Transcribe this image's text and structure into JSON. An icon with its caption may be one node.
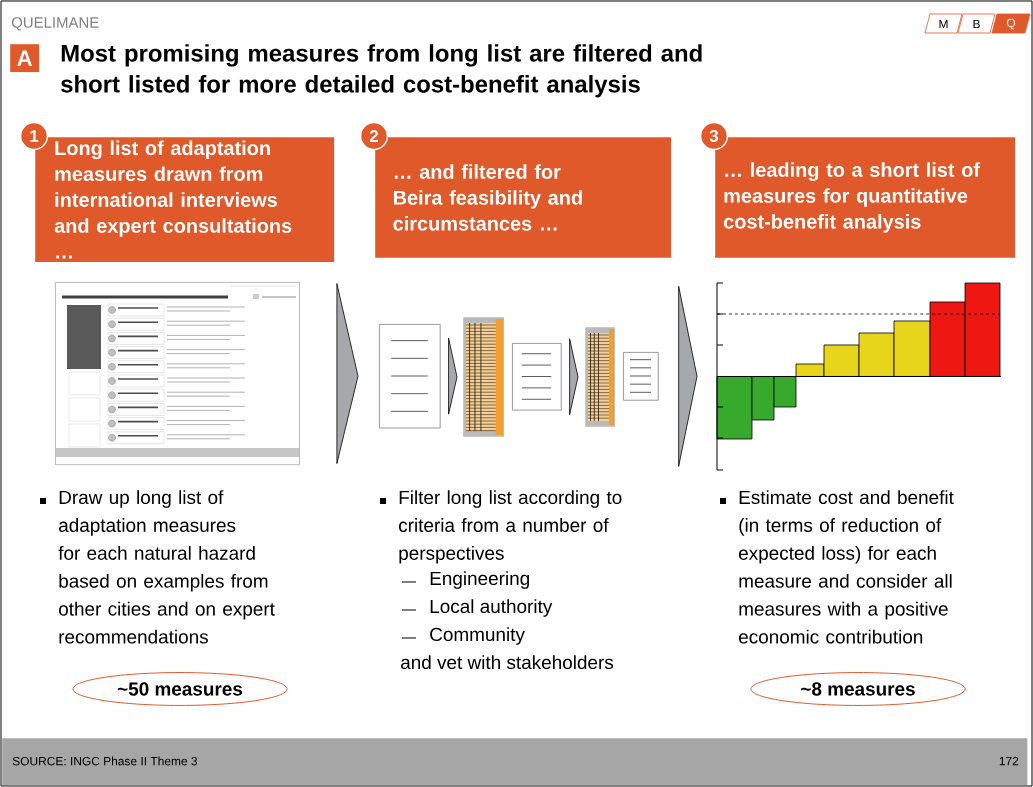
{
  "diagram": {
    "title": "Most promising measures from long list are filtered and short listed for more detailed cost-benefit analysis",
    "nodes": [
      {
        "text": [
          "M"
        ]
      },
      {
        "text": [
          "B"
        ]
      },
      {
        "text": [
          "Q"
        ]
      },
      {
        "text": [
          "A"
        ]
      },
      {
        "text": [
          "1",
          "Long list of adaptation measures drawn from international interviews and expert consultations …"
        ]
      },
      {
        "text": [
          "2",
          "… and filtered for Beira feasibility and circumstances …"
        ]
      },
      {
        "text": [
          "3",
          "… leading to a short list of measures for quantitative cost-benefit analysis"
        ]
      },
      {
        "text": [],
        "shape": "picture"
      },
      {
        "text": [],
        "shape": "box"
      },
      {
        "text": [],
        "shape": "picture"
      },
      {
        "text": [],
        "shape": "box"
      },
      {
        "text": [],
        "shape": "picture"
      },
      {
        "text": [],
        "shape": "box"
      },
      {
        "text": [],
        "shape": "picture"
      },
      {
        "text": [
          "~50 measures"
        ]
      },
      {
        "text": [
          "~8 measures"
        ]
      },
      {
        "text": [
          "SOURCE: INGC Phase II Theme 3",
          "172"
        ]
      }
    ],
    "edges": [
      {
        "from": 7,
        "to": 8,
        "arrow": "to"
      },
      {
        "from": 8,
        "to": 9,
        "arrow": "to"
      },
      {
        "from": 10,
        "to": 11,
        "arrow": "to"
      },
      {
        "from": 12,
        "to": 13,
        "arrow": "to"
      }
    ],
    "labels": [
      "QUELIMANE",
      "Draw up long list of adaptation measures for each natural hazard based on examples from other cities and on expert recommendations",
      "Filter long list according to criteria from a number of perspectives",
      "Engineering",
      "Local authority",
      "Community",
      "and vet with stakeholders",
      "Estimate cost and benefit (in terms of reduction of expected loss) for each measure and consider all measures with a positive economic contribution"
    ]
  }
}
